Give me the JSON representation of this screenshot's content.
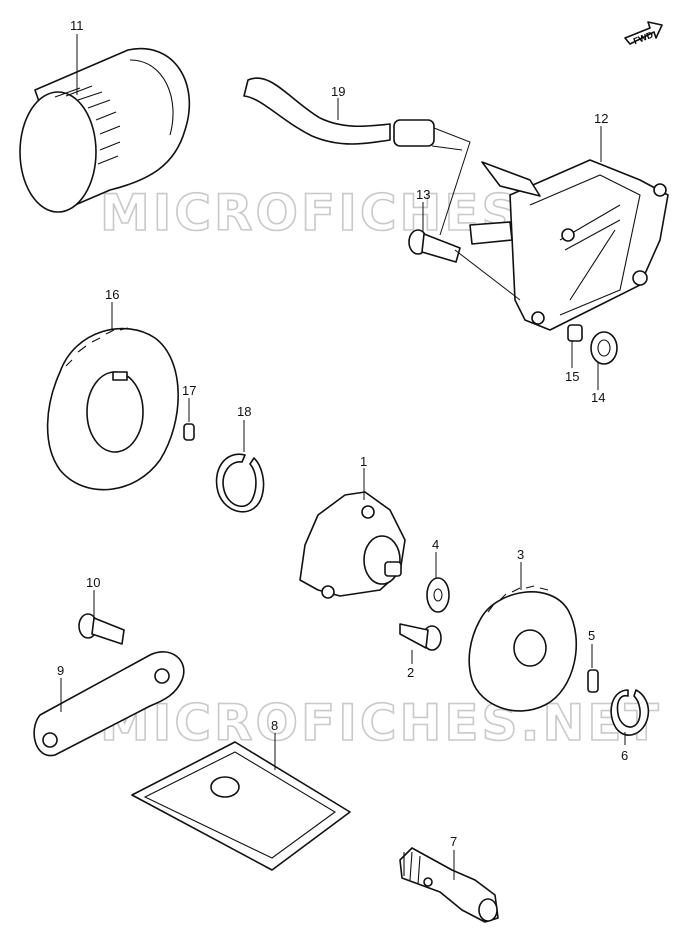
{
  "watermark": "MICROFICHES.NET",
  "fwd_label": "FWD",
  "callouts": {
    "p1": "1",
    "p2": "2",
    "p3": "3",
    "p4": "4",
    "p5": "5",
    "p6": "6",
    "p7": "7",
    "p8": "8",
    "p9": "9",
    "p10": "10",
    "p11": "11",
    "p12": "12",
    "p13": "13",
    "p14": "14",
    "p15": "15",
    "p16": "16",
    "p17": "17",
    "p18": "18",
    "p19": "19"
  }
}
